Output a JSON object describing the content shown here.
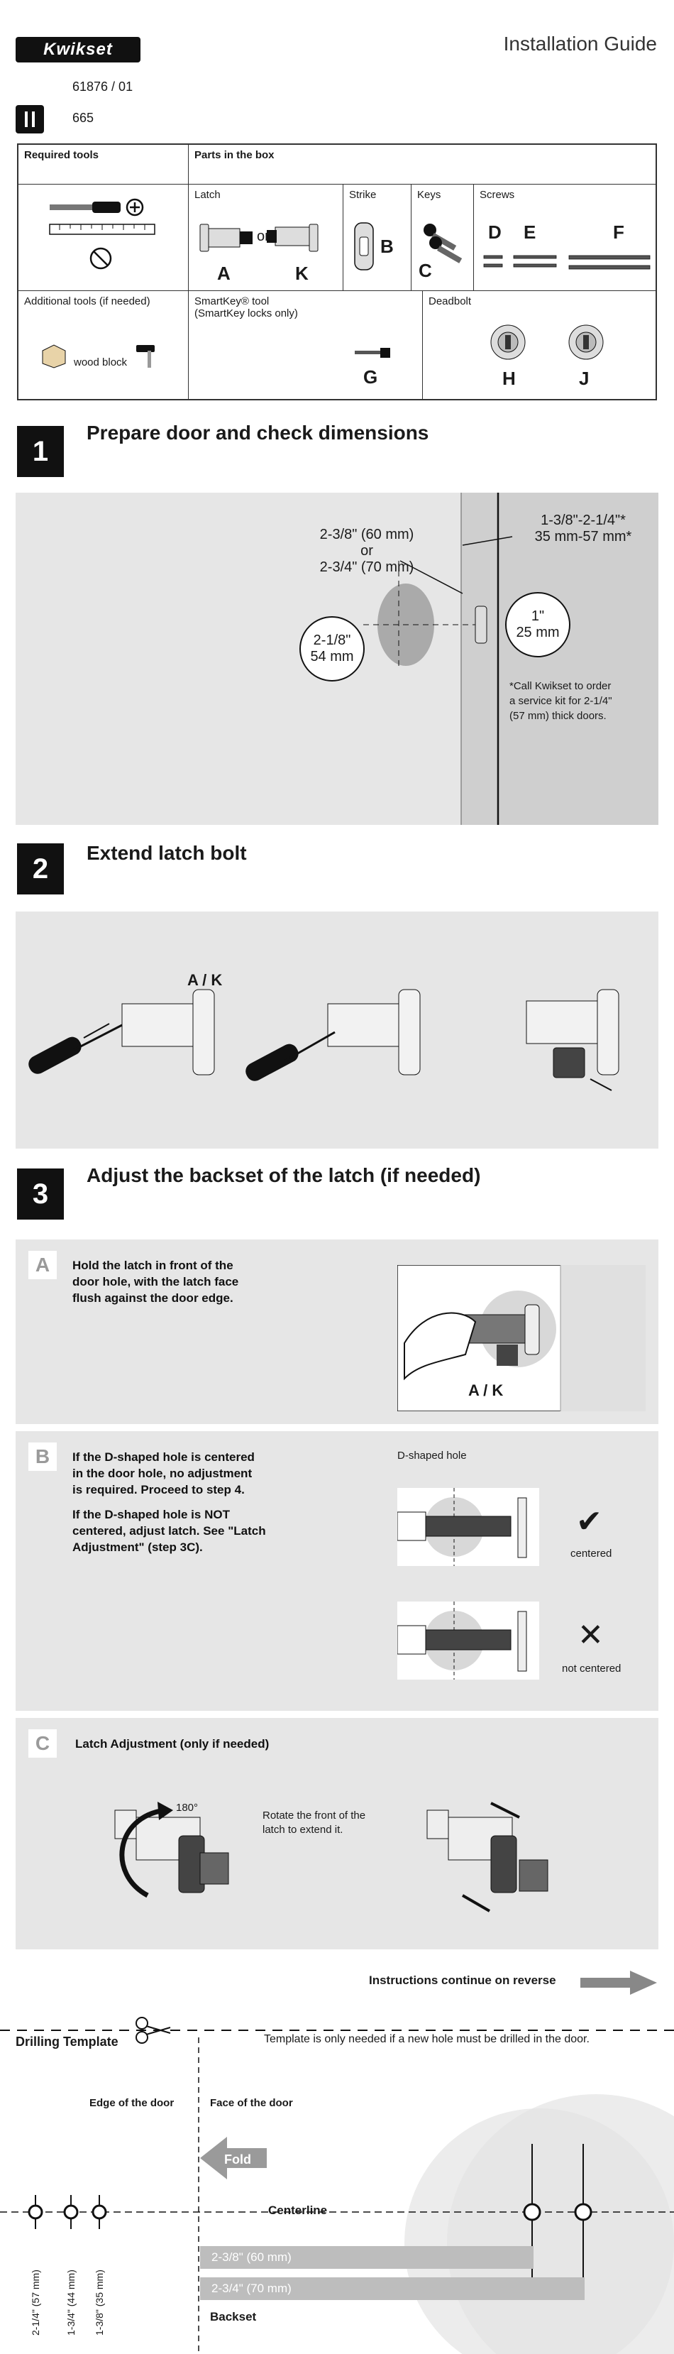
{
  "header": {
    "brand": "Kwikset",
    "guide_title": "Installation Guide",
    "model_number": "61876 / 01",
    "finish_code": "665"
  },
  "parts": {
    "required_tools_header": "Required tools",
    "parts_header": "Parts in the box",
    "latch": "Latch",
    "strike": "Strike",
    "keys": "Keys",
    "screws": "Screws",
    "latch_or": "or",
    "additional_tools": "Additional tools (if needed)",
    "wood_block": "wood block",
    "smartkey_tool": "SmartKey® tool",
    "smartkey_note": "(SmartKey locks only)",
    "deadbolt": "Deadbolt",
    "letters": {
      "A": "A",
      "K": "K",
      "B": "B",
      "C": "C",
      "D": "D",
      "E": "E",
      "F": "F",
      "G": "G",
      "H": "H",
      "J": "J"
    }
  },
  "step1": {
    "number": "1",
    "title": "Prepare door and check dimensions",
    "backset_line1": "2-3/8\" (60 mm)",
    "backset_or": "or",
    "backset_line2": "2-3/4\" (70 mm)",
    "thickness_line1": "1-3/8\"-2-1/4\"*",
    "thickness_line2": "35 mm-57 mm*",
    "bore_in": "2-1/8\"",
    "bore_mm": "54 mm",
    "edge_in": "1\"",
    "edge_mm": "25 mm",
    "note_line1": "*Call Kwikset to order",
    "note_line2": "a service kit for 2-1/4\"",
    "note_line3": "(57 mm) thick doors."
  },
  "step2": {
    "number": "2",
    "title": "Extend latch bolt",
    "label": "A / K"
  },
  "step3": {
    "number": "3",
    "title": "Adjust the backset of the latch (if needed)",
    "a_label": "A",
    "a_text_1": "Hold the latch in front of the",
    "a_text_2": "door hole, with the latch face",
    "a_text_3": "flush against the door edge.",
    "a_latch_label": "A / K",
    "b_label": "B",
    "b_text_1": "If the D-shaped hole is centered",
    "b_text_2": "in the door hole, no adjustment",
    "b_text_3": "is required. Proceed to step 4.",
    "b_text_4": "If the D-shaped hole is NOT",
    "b_text_5": "centered, adjust latch. See \"Latch",
    "b_text_6": "Adjustment\" (step 3C).",
    "d_hole": "D-shaped hole",
    "centered": "centered",
    "not_centered": "not centered",
    "c_label": "C",
    "c_title": "Latch Adjustment (only if needed)",
    "deg": "180°",
    "rotate_1": "Rotate the front of the",
    "rotate_2": "latch to extend it."
  },
  "footer": {
    "continue_text": "Instructions continue on reverse"
  },
  "template": {
    "title": "Drilling Template",
    "note": "Template is only needed if a new hole must be drilled in the door.",
    "edge_of_door": "Edge of the door",
    "face_of_door": "Face of the door",
    "fold": "Fold",
    "centerline": "Centerline",
    "backset_60": "2-3/8\" (60 mm)",
    "backset_70": "2-3/4\" (70 mm)",
    "backset": "Backset",
    "thick_57": "2-1/4\" (57 mm)",
    "thick_44": "1-3/4\" (44 mm)",
    "thick_35": "1-3/8\" (35 mm)"
  }
}
